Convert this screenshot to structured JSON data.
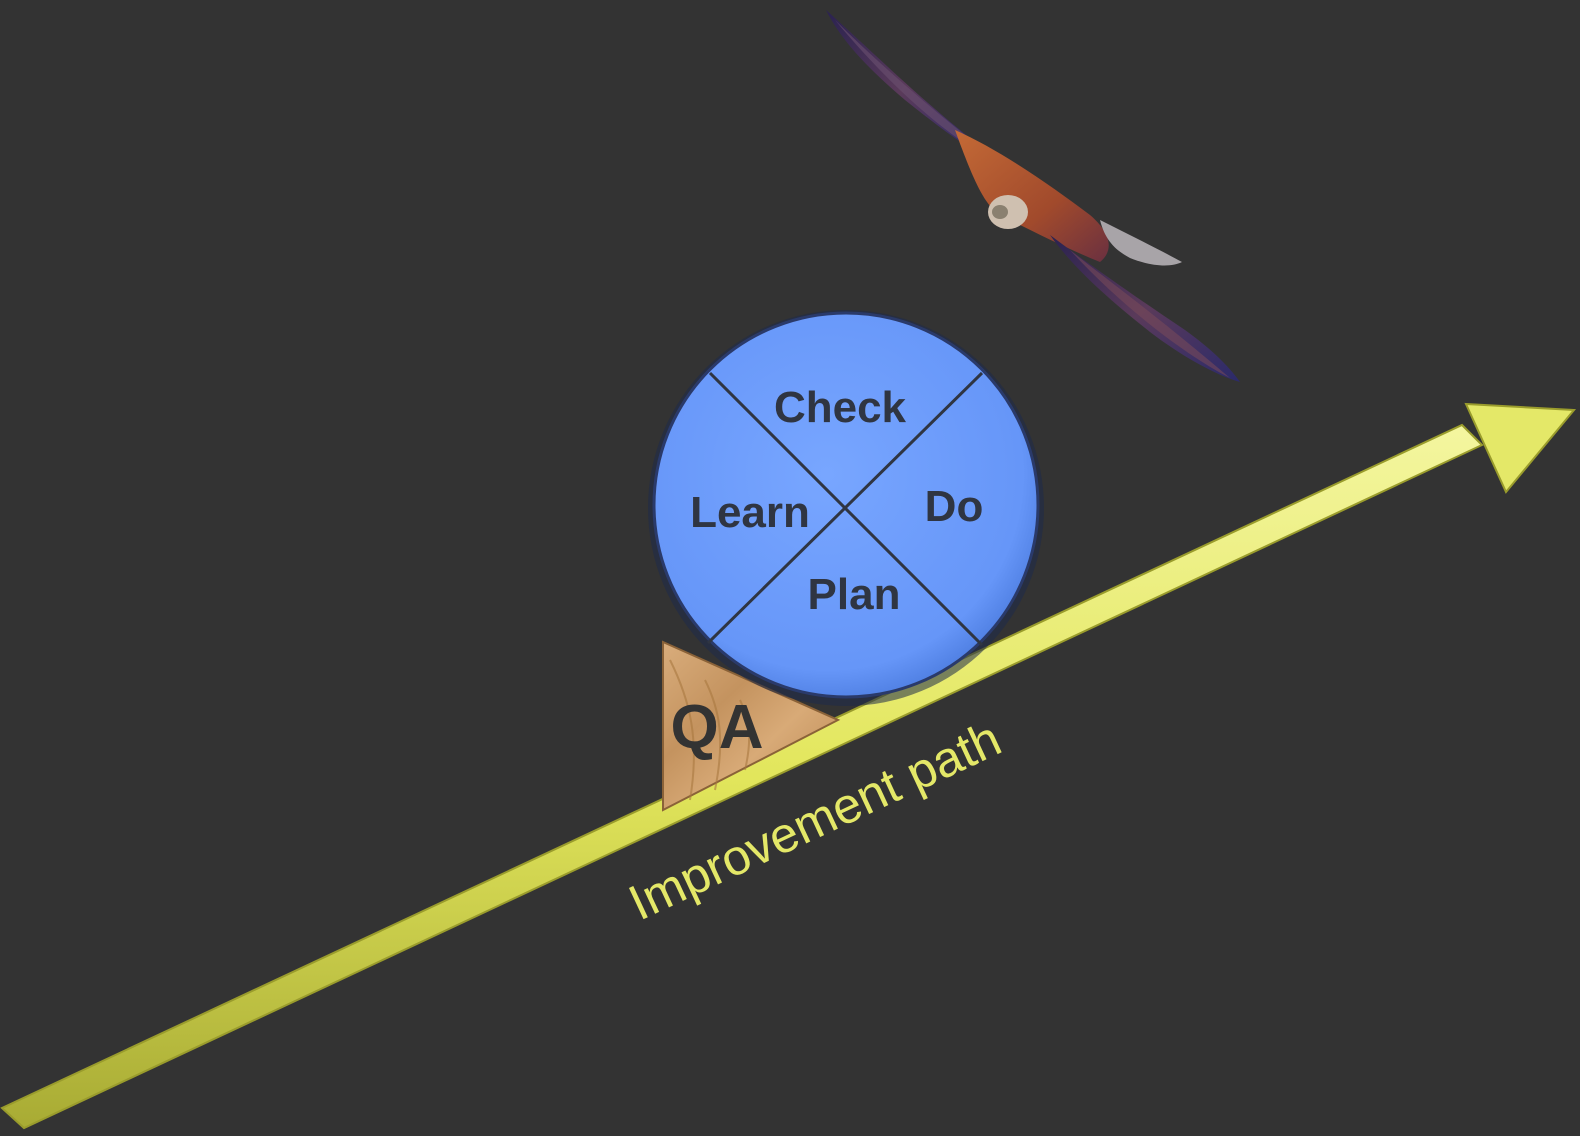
{
  "wheel": {
    "top_label": "Check",
    "right_label": "Do",
    "bottom_label": "Plan",
    "left_label": "Learn"
  },
  "wedge": {
    "label": "QA"
  },
  "arrow": {
    "label": "Improvement path"
  },
  "colors": {
    "background": "#333333",
    "wheel_fill": "#6b9bff",
    "wheel_outline": "#2a3a6a",
    "wheel_text": "#2f3542",
    "arrow": "#e4e868",
    "arrow_label": "#e4e868",
    "wedge_fill": "#c99a6a",
    "wedge_text": "#333333"
  },
  "illustrations": {
    "bird": "soaring-bird-icon"
  }
}
